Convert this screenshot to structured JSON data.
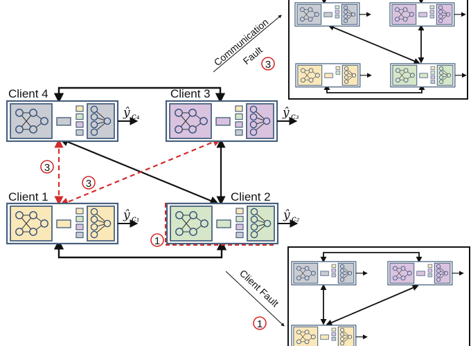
{
  "colors": {
    "client1": "#fbe8b9",
    "client2": "#d6e6c8",
    "client3": "#d9c3df",
    "client4": "#c9ccd2",
    "box_border": "#47607e",
    "fault_red": "#d42a2a",
    "arrow": "#111111"
  },
  "main": {
    "clients": [
      {
        "id": "c4",
        "label": "Client 4",
        "output_label": "ŷ",
        "output_sub": "c₄",
        "color_key": "client4",
        "squares": [
          "client1",
          "client2",
          "client3",
          "client4"
        ]
      },
      {
        "id": "c3",
        "label": "Client 3",
        "output_label": "ŷ",
        "output_sub": "c₃",
        "color_key": "client3",
        "squares": [
          "client1",
          "client2",
          "client3",
          "client4"
        ]
      },
      {
        "id": "c1",
        "label": "Client 1",
        "output_label": "ŷ",
        "output_sub": "c₁",
        "color_key": "client1",
        "squares": [
          "client1",
          "client2",
          "client3",
          "client4"
        ]
      },
      {
        "id": "c2",
        "label": "Client 2",
        "output_label": "ŷ",
        "output_sub": "c₂",
        "color_key": "client2",
        "squares": [
          "client1",
          "client2",
          "client3",
          "client4"
        ]
      }
    ],
    "markers": {
      "comm_fault_1": "3",
      "comm_fault_2": "3",
      "client_fault": "1"
    }
  },
  "communication_fault": {
    "label_line1": "Communication",
    "label_line2": "Fault",
    "marker": "3",
    "inset_clients": [
      {
        "id": "c4",
        "color_key": "client4",
        "squares": [
          "client2",
          "client3",
          "client4"
        ]
      },
      {
        "id": "c3",
        "color_key": "client3",
        "squares": [
          "client2",
          "client3",
          "client4"
        ]
      },
      {
        "id": "c1",
        "color_key": "client1",
        "squares": [
          "client1",
          "client2"
        ]
      },
      {
        "id": "c2",
        "color_key": "client2",
        "squares": [
          "client1",
          "client2",
          "client3",
          "client4"
        ]
      }
    ]
  },
  "client_fault": {
    "label": "Client Fault",
    "marker": "1",
    "inset_clients": [
      {
        "id": "c4",
        "color_key": "client4",
        "squares": [
          "client1",
          "client3",
          "client4"
        ]
      },
      {
        "id": "c3",
        "color_key": "client3",
        "squares": [
          "client1",
          "client3",
          "client4"
        ]
      },
      {
        "id": "c1",
        "color_key": "client1",
        "squares": [
          "client1",
          "client3",
          "client4"
        ]
      }
    ]
  }
}
